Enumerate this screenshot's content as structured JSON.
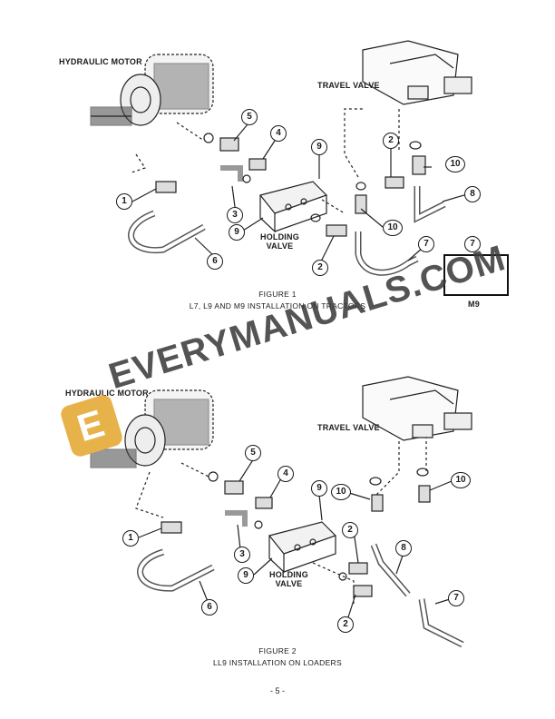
{
  "figure1": {
    "labels": {
      "hydraulic_motor": "HYDRAULIC MOTOR",
      "travel_valve": "TRAVEL VALVE",
      "holding_valve_line1": "HOLDING",
      "holding_valve_line2": "VALVE",
      "m9": "M9"
    },
    "caption_title": "FIGURE 1",
    "caption_subtitle": "L7, L9 AND M9 INSTALLATION ON TRACTORS",
    "callouts": [
      "1",
      "2",
      "3",
      "4",
      "5",
      "6",
      "7",
      "8",
      "9",
      "9",
      "10",
      "10",
      "2",
      "7"
    ]
  },
  "figure2": {
    "labels": {
      "hydraulic_motor": "HYDRAULIC MOTOR",
      "travel_valve": "TRAVEL VALVE",
      "holding_valve_line1": "HOLDING",
      "holding_valve_line2": "VALVE"
    },
    "caption_title": "FIGURE 2",
    "caption_subtitle": "LL9 INSTALLATION ON LOADERS",
    "callouts": [
      "1",
      "2",
      "2",
      "3",
      "4",
      "5",
      "6",
      "7",
      "8",
      "9",
      "9",
      "10",
      "10"
    ]
  },
  "watermark": {
    "text": "EVERYMANUALS.COM",
    "logo_letter": "E"
  },
  "page_number": "- 5 -"
}
